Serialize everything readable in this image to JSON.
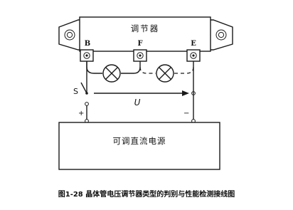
{
  "regulator": {
    "title": "调节器",
    "terminals": [
      "B",
      "F",
      "E"
    ]
  },
  "switch_label": "S",
  "voltage_label": "U",
  "polarity": {
    "positive": "+",
    "negative": "−"
  },
  "power_supply": {
    "label": "可调直流电源"
  },
  "caption": "图1-28 晶体管电压调节器类型的判别与性能检测接线图",
  "colors": {
    "line": "#1a1a1a",
    "background": "#ffffff"
  }
}
